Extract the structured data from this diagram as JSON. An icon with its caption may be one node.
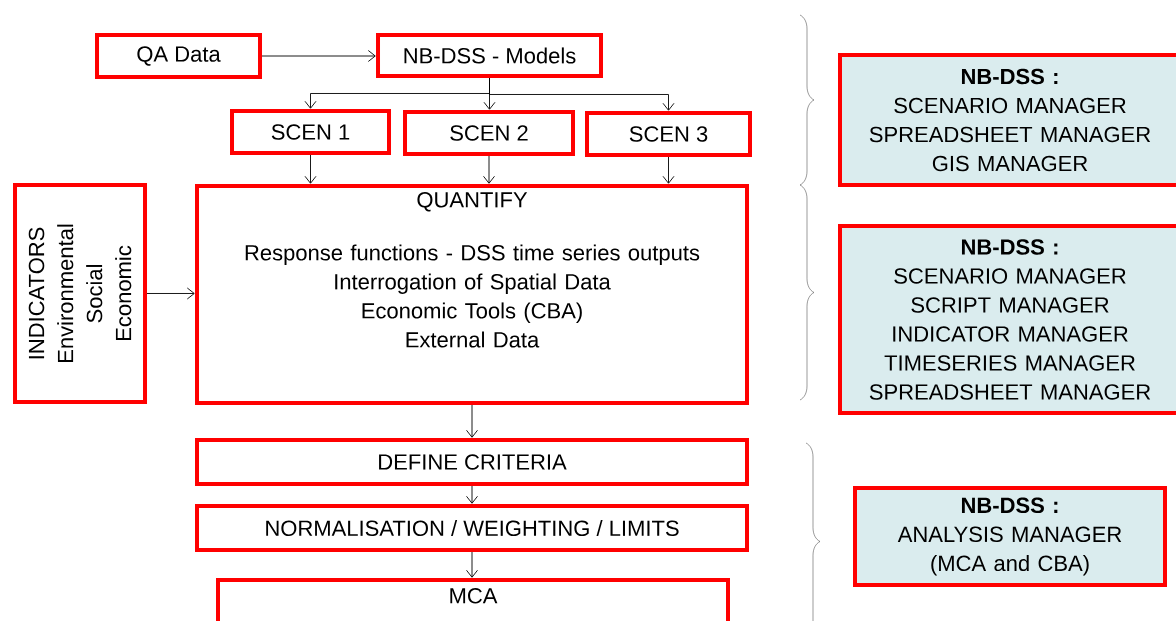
{
  "diagram": {
    "nodes": [
      {
        "text": [
          "QA Data"
        ]
      },
      {
        "text": [
          "NB-DSS - Models"
        ]
      },
      {
        "text": [
          "SCEN 1"
        ]
      },
      {
        "text": [
          "SCEN 2"
        ]
      },
      {
        "text": [
          "SCEN 3"
        ]
      },
      {
        "text": [
          "INDICATORS",
          "Environmental",
          "Social",
          "Economic"
        ]
      },
      {
        "text": [
          "QUANTIFY",
          "Response functions - DSS time series outputs",
          "Interrogation of Spatial Data",
          "Economic Tools (CBA)",
          "External Data"
        ]
      },
      {
        "text": [
          "DEFINE CRITERIA"
        ]
      },
      {
        "text": [
          "NORMALISATION / WEIGHTING / LIMITS"
        ]
      },
      {
        "text": [
          "MCA"
        ]
      },
      {
        "text": [
          "NB-DSS :",
          "SCENARIO MANAGER",
          "SPREADSHEET MANAGER",
          "GIS MANAGER"
        ]
      },
      {
        "text": [
          "NB-DSS :",
          "SCENARIO MANAGER",
          "SCRIPT MANAGER",
          "INDICATOR MANAGER",
          "TIMESERIES MANAGER",
          "SPREADSHEET MANAGER"
        ]
      },
      {
        "text": [
          "NB-DSS :",
          "ANALYSIS MANAGER",
          "(MCA and CBA)"
        ]
      }
    ],
    "edges": [
      {
        "from": 0,
        "to": 1,
        "arrow": "to"
      },
      {
        "from": 1,
        "to": 2,
        "arrow": "to"
      },
      {
        "from": 1,
        "to": 3,
        "arrow": "to"
      },
      {
        "from": 1,
        "to": 4,
        "arrow": "to"
      },
      {
        "from": 2,
        "to": 6,
        "arrow": "to"
      },
      {
        "from": 3,
        "to": 6,
        "arrow": "to"
      },
      {
        "from": 4,
        "to": 6,
        "arrow": "to"
      },
      {
        "from": 5,
        "to": 6,
        "arrow": "to"
      },
      {
        "from": 6,
        "to": 7,
        "arrow": "to"
      },
      {
        "from": 7,
        "to": 8,
        "arrow": "to"
      },
      {
        "from": 8,
        "to": 9,
        "arrow": "to"
      }
    ]
  }
}
